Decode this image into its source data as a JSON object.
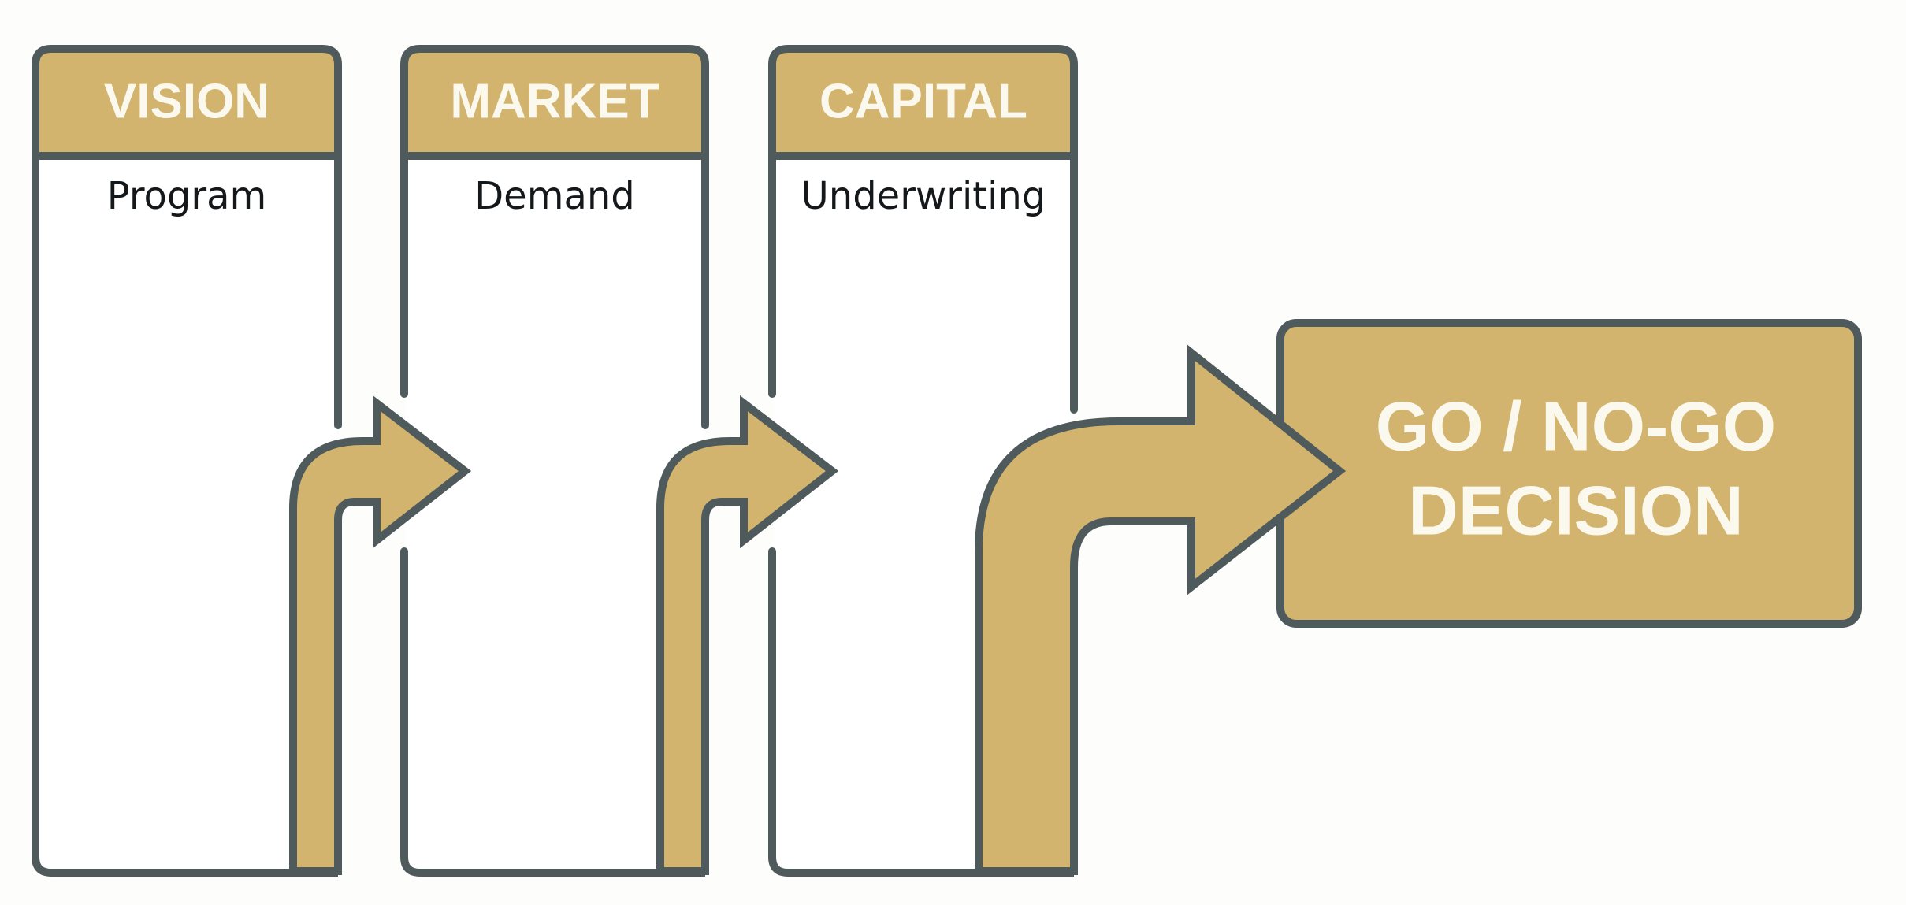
{
  "diagram": {
    "type": "process-flow",
    "colors": {
      "accent_gold": "#D2B46E",
      "outline": "#4F5A5C",
      "background": "#FDFDFB",
      "panel_fill": "#FFFFFF",
      "header_text": "#FBF8EE",
      "body_text": "#14181A"
    },
    "stages": [
      {
        "title": "VISION",
        "subtitle": "Program"
      },
      {
        "title": "MARKET",
        "subtitle": "Demand"
      },
      {
        "title": "CAPITAL",
        "subtitle": "Underwriting"
      }
    ],
    "decision": {
      "line1": "GO / NO-GO",
      "line2": "DECISION"
    },
    "connectors": [
      {
        "from": "VISION",
        "to": "MARKET",
        "icon": "curved-arrow-right-icon"
      },
      {
        "from": "MARKET",
        "to": "CAPITAL",
        "icon": "curved-arrow-right-icon"
      },
      {
        "from": "CAPITAL",
        "to": "GO / NO-GO DECISION",
        "icon": "curved-arrow-right-icon"
      }
    ]
  }
}
